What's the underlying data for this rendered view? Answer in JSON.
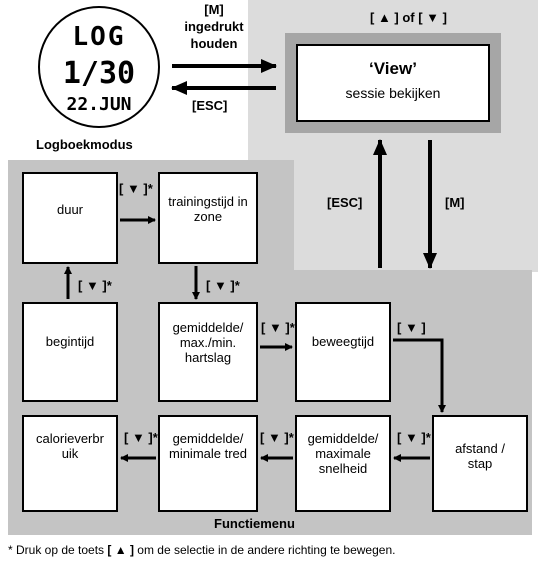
{
  "watch": {
    "line1": "LOG",
    "line2": "1/30",
    "line3": "22.JUN",
    "caption": "Logboekmodus"
  },
  "top": {
    "hold_label_line1": "[M]",
    "hold_label_line2": "ingedrukt",
    "hold_label_line3": "houden",
    "esc_label": "[ESC]",
    "nav_label": "[ ▲ ] of [ ▼ ]"
  },
  "view_box": {
    "title": "‘View’",
    "subtitle": "sessie bekijken"
  },
  "vertical": {
    "esc_label": "[ESC]",
    "m_label": "[M]"
  },
  "menu": {
    "title": "Functiemenu",
    "boxes": {
      "duur": "duur",
      "trainingstijd": "trainingstijd in zone",
      "begintijd": "begintijd",
      "hartslag": "gemiddelde/ max./min. hartslag",
      "beweegtijd": "beweegtijd",
      "calorie": "calorieverbr uik",
      "tred": "gemiddelde/ minimale tred",
      "snelheid": "gemiddelde/ maximale snelheid",
      "afstand": "afstand / stap"
    },
    "arrow_labels": {
      "duur_to_training": "[ ▼ ]*",
      "training_to_hart": "[ ▼ ]*",
      "begin_to_duur": "[ ▼ ]*",
      "hart_to_beweeg": "[ ▼ ]*",
      "beweeg_to_afstand": "[ ▼ ]",
      "afstand_to_snelheid": "[ ▼ ]*",
      "snelheid_to_tred": "[ ▼ ]*",
      "tred_to_calorie": "[ ▼ ]*"
    }
  },
  "footnote": {
    "prefix": "* Druk op de toets",
    "key": "[ ▲ ]",
    "suffix": "om de selectie in de andere richting te bewegen."
  },
  "colors": {
    "panel_light": "#dcdcdc",
    "panel_menu": "#c4c4c4",
    "view_frame": "#a6a6a6"
  }
}
